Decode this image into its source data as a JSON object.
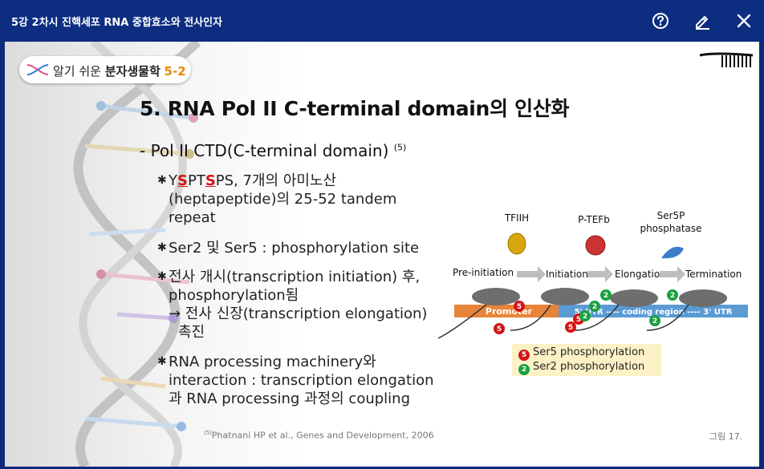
{
  "app": {
    "window_title": "5강 2차시 진핵세포 RNA 중합효소와 전사인자",
    "help_icon": "question-circle-icon",
    "edit_icon": "pencil-icon",
    "close_icon": "close-icon"
  },
  "slide": {
    "badge": {
      "prefix": "알기 쉬운 ",
      "bold": "분자생물학",
      "number": "5-2"
    },
    "title": "5. RNA Pol II C-terminal domain의 인산화",
    "subtitle": "- Pol II CTD(C-terminal domain)",
    "subtitle_ref": "(5)",
    "bullets": [
      {
        "parts": [
          "Y",
          "S",
          "PT",
          "S",
          "PS, 7개의 아미노산"
        ],
        "line2": "(heptapeptide)의 25-52 tandem",
        "line3": "repeat"
      },
      {
        "line1": "Ser2 및 Ser5 : phosphorylation site"
      },
      {
        "line1": "전사 개시(transcription initiation) 후,",
        "line2": "phosphorylation됨",
        "line3": "→ 전사 신장(transcription elongation)",
        "line4": "촉진"
      },
      {
        "line1": "RNA processing machinery와",
        "line2": "interaction : transcription elongation",
        "line3": "과 RNA processing 과정의 coupling"
      }
    ],
    "citation_ref": "(5)",
    "citation": "Phatnani HP et al., Genes and Development, 2006",
    "figure_label": "그림 17."
  },
  "diagram": {
    "factors": [
      "TFIIH",
      "P-TEFb",
      "Ser5P",
      "phosphatase"
    ],
    "stages": [
      "Pre-initiation",
      "Initiation",
      "Elongation",
      "Termination"
    ],
    "bar_promoter": "Promoter",
    "bar_gene": "5' UTR ---- coding region ---- 3' UTR",
    "legend": [
      {
        "num": "5",
        "label": "Ser5 phosphorylation",
        "color": "#d21414"
      },
      {
        "num": "2",
        "label": "Ser2 phosphorylation",
        "color": "#1aa040"
      }
    ]
  }
}
